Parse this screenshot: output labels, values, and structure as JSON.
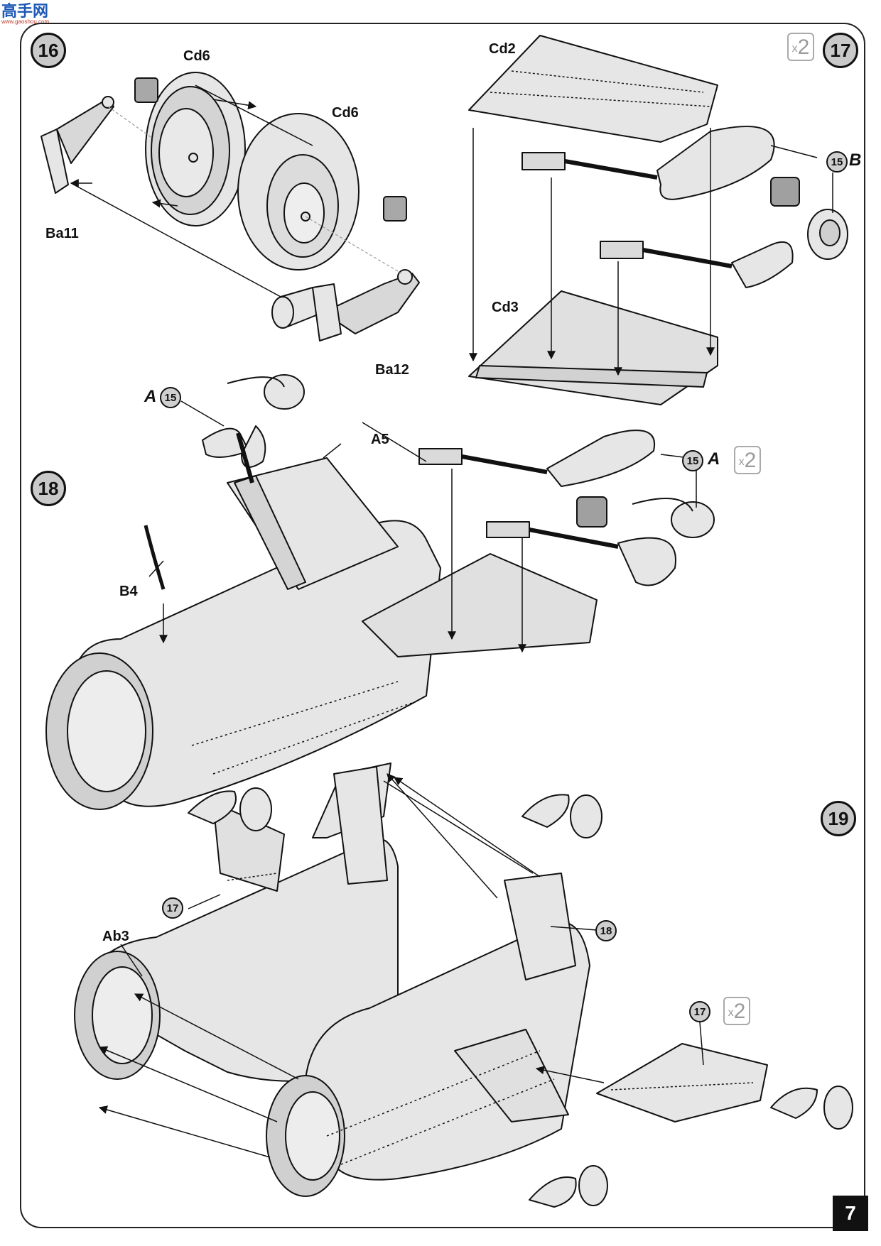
{
  "logo": {
    "text": "高手网",
    "url_text": "www.gaoshou.com"
  },
  "page_number": "7",
  "steps": [
    {
      "number": "16"
    },
    {
      "number": "17",
      "multiplier_x": "x",
      "multiplier_n": "2"
    },
    {
      "number": "18"
    },
    {
      "number": "19"
    }
  ],
  "step16": {
    "labels": [
      "Cd6",
      "Cd6",
      "Ba11",
      "Ba12"
    ]
  },
  "step17": {
    "labels": [
      "Cd2",
      "Cd3"
    ],
    "ref": "15",
    "ref_letter": "B"
  },
  "step18": {
    "labels": [
      "A5",
      "B4"
    ],
    "ref_a_top_letter": "A",
    "ref_a_top": "15",
    "ref_right": "15",
    "ref_right_letter": "A",
    "multiplier_x": "x",
    "multiplier_n": "2"
  },
  "step19": {
    "labels": [
      "Ab3"
    ],
    "ref_left": "17",
    "ref_right": "18",
    "ref_bottom": "17",
    "multiplier_x": "x",
    "multiplier_n": "2"
  },
  "colors": {
    "line": "#111111",
    "part_fill": "#e6e6e6",
    "shade": "#bdbdbd",
    "step_circle": "#c9c9c9",
    "multiplier": "#9a9a9a"
  }
}
